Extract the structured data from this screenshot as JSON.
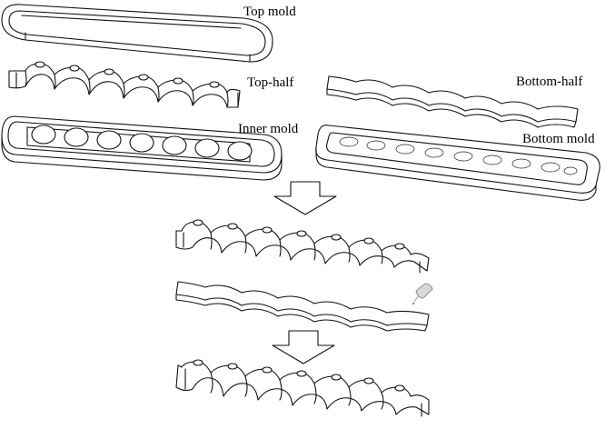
{
  "labels": {
    "top_mold": "Top mold",
    "top_half": "Top-half",
    "inner_mold": "Inner mold",
    "bottom_half": "Bottom-half",
    "bottom_mold": "Bottom mold"
  },
  "diagram": {
    "stages": [
      "molds",
      "cast halves",
      "assembled actuator"
    ],
    "arrows": 2,
    "chambers_per_actuator": 7
  }
}
